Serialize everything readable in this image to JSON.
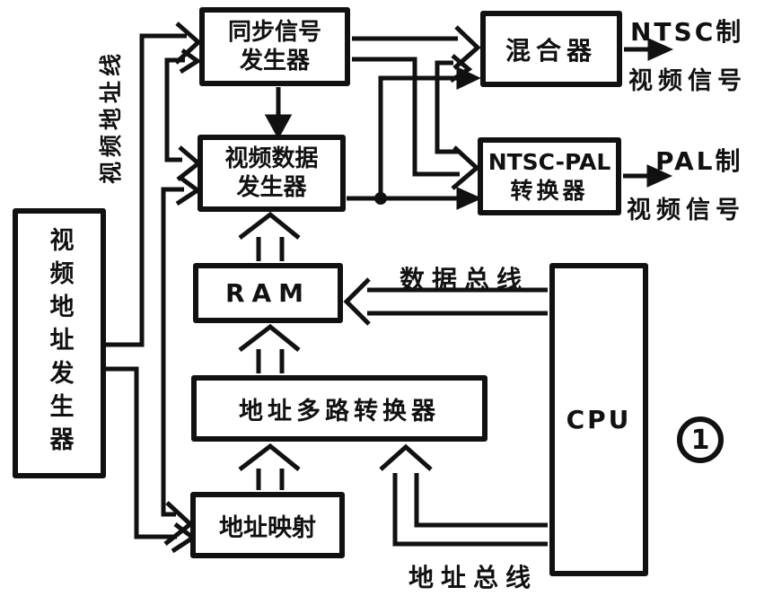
{
  "diagram": {
    "title_hint": "video signal generation block diagram",
    "figure_number": "1",
    "boxes": {
      "video_address_generator": "视频地址发生器",
      "sync_generator_line1": "同步信号",
      "sync_generator_line2": "发生器",
      "video_data_generator_line1": "视频数据",
      "video_data_generator_line2": "发生器",
      "mixer": "混合器",
      "ntsc_pal_converter_line1": "NTSC-PAL",
      "ntsc_pal_converter_line2": "转换器",
      "ram": "RAM",
      "address_multiplexer": "地址多路转换器",
      "address_mapping": "地址映射",
      "cpu": "CPU"
    },
    "labels": {
      "video_address_line": "视频地址线",
      "ntsc_output_line1": "NTSC制",
      "ntsc_output_line2": "视频信号",
      "pal_output_line1": "PAL制",
      "pal_output_line2": "视频信号",
      "data_bus": "数据总线",
      "address_bus": "地址总线"
    },
    "colors": {
      "ink": "#111111",
      "background": "#ffffff"
    }
  }
}
